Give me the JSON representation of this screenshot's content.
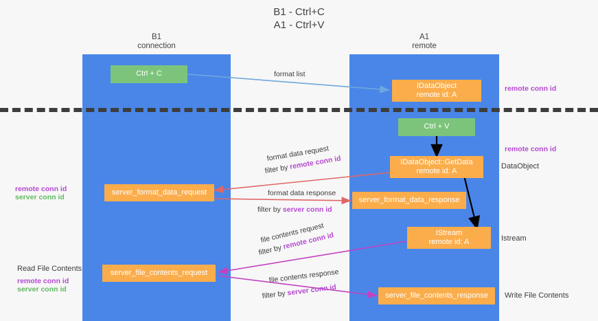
{
  "title": {
    "line1": "B1 - Ctrl+C",
    "line2": "A1 - Ctrl+V"
  },
  "columns": [
    {
      "name": "B1",
      "sub": "connection"
    },
    {
      "name": "A1",
      "sub": "remote"
    }
  ],
  "colors": {
    "lane": "#4a86e8",
    "green_node": "#7cc47c",
    "orange_node": "#fbad4b",
    "purple_text": "#b44ad0",
    "green_text": "#63b963",
    "divider": "#3d3d3d",
    "arrow_blue": "#6fa8dc",
    "arrow_red": "#e06666",
    "arrow_magenta": "#c242c2",
    "arrow_black": "#000000",
    "background": "#f7f7f7"
  },
  "nodes": {
    "ctrl_c": {
      "line1": "Ctrl + C",
      "line2": ""
    },
    "idataobject": {
      "line1": "IDataObject",
      "line2": "remote id: A"
    },
    "ctrl_v": {
      "line1": "Ctrl + V",
      "line2": ""
    },
    "getdata": {
      "line1": "IDataObject::GetData",
      "line2": "remote id: A"
    },
    "fmt_req": {
      "line1": "server_format_data_request",
      "line2": ""
    },
    "fmt_resp": {
      "line1": "server_format_data_response",
      "line2": ""
    },
    "istream": {
      "line1": "IStream",
      "line2": "remote id: A"
    },
    "file_req": {
      "line1": "server_file_contents_request",
      "line2": ""
    },
    "file_resp": {
      "line1": "server_file_contents_response",
      "line2": ""
    }
  },
  "edge_labels": {
    "format_list": "format list",
    "format_data_request": "format data request",
    "filter_by": "filter by ",
    "remote_conn_id": "remote conn id",
    "server_conn_id": "server conn id",
    "format_data_response": "format data response",
    "file_contents_request": "file contents request",
    "file_contents_response": "file contents response"
  },
  "side_labels": {
    "right_remote_conn_id_top": "remote conn id",
    "right_remote_conn_id_mid": "remote conn id",
    "right_dataobject": "DataObject",
    "right_istream": "Istream",
    "right_write_file": "Write File Contents",
    "left_remote_conn_id": "remote conn id",
    "left_server_conn_id": "server conn id",
    "left_read_file": "Read File Contents",
    "left_read_remote_conn_id": "remote conn id",
    "left_read_server_conn_id": "server conn id"
  }
}
